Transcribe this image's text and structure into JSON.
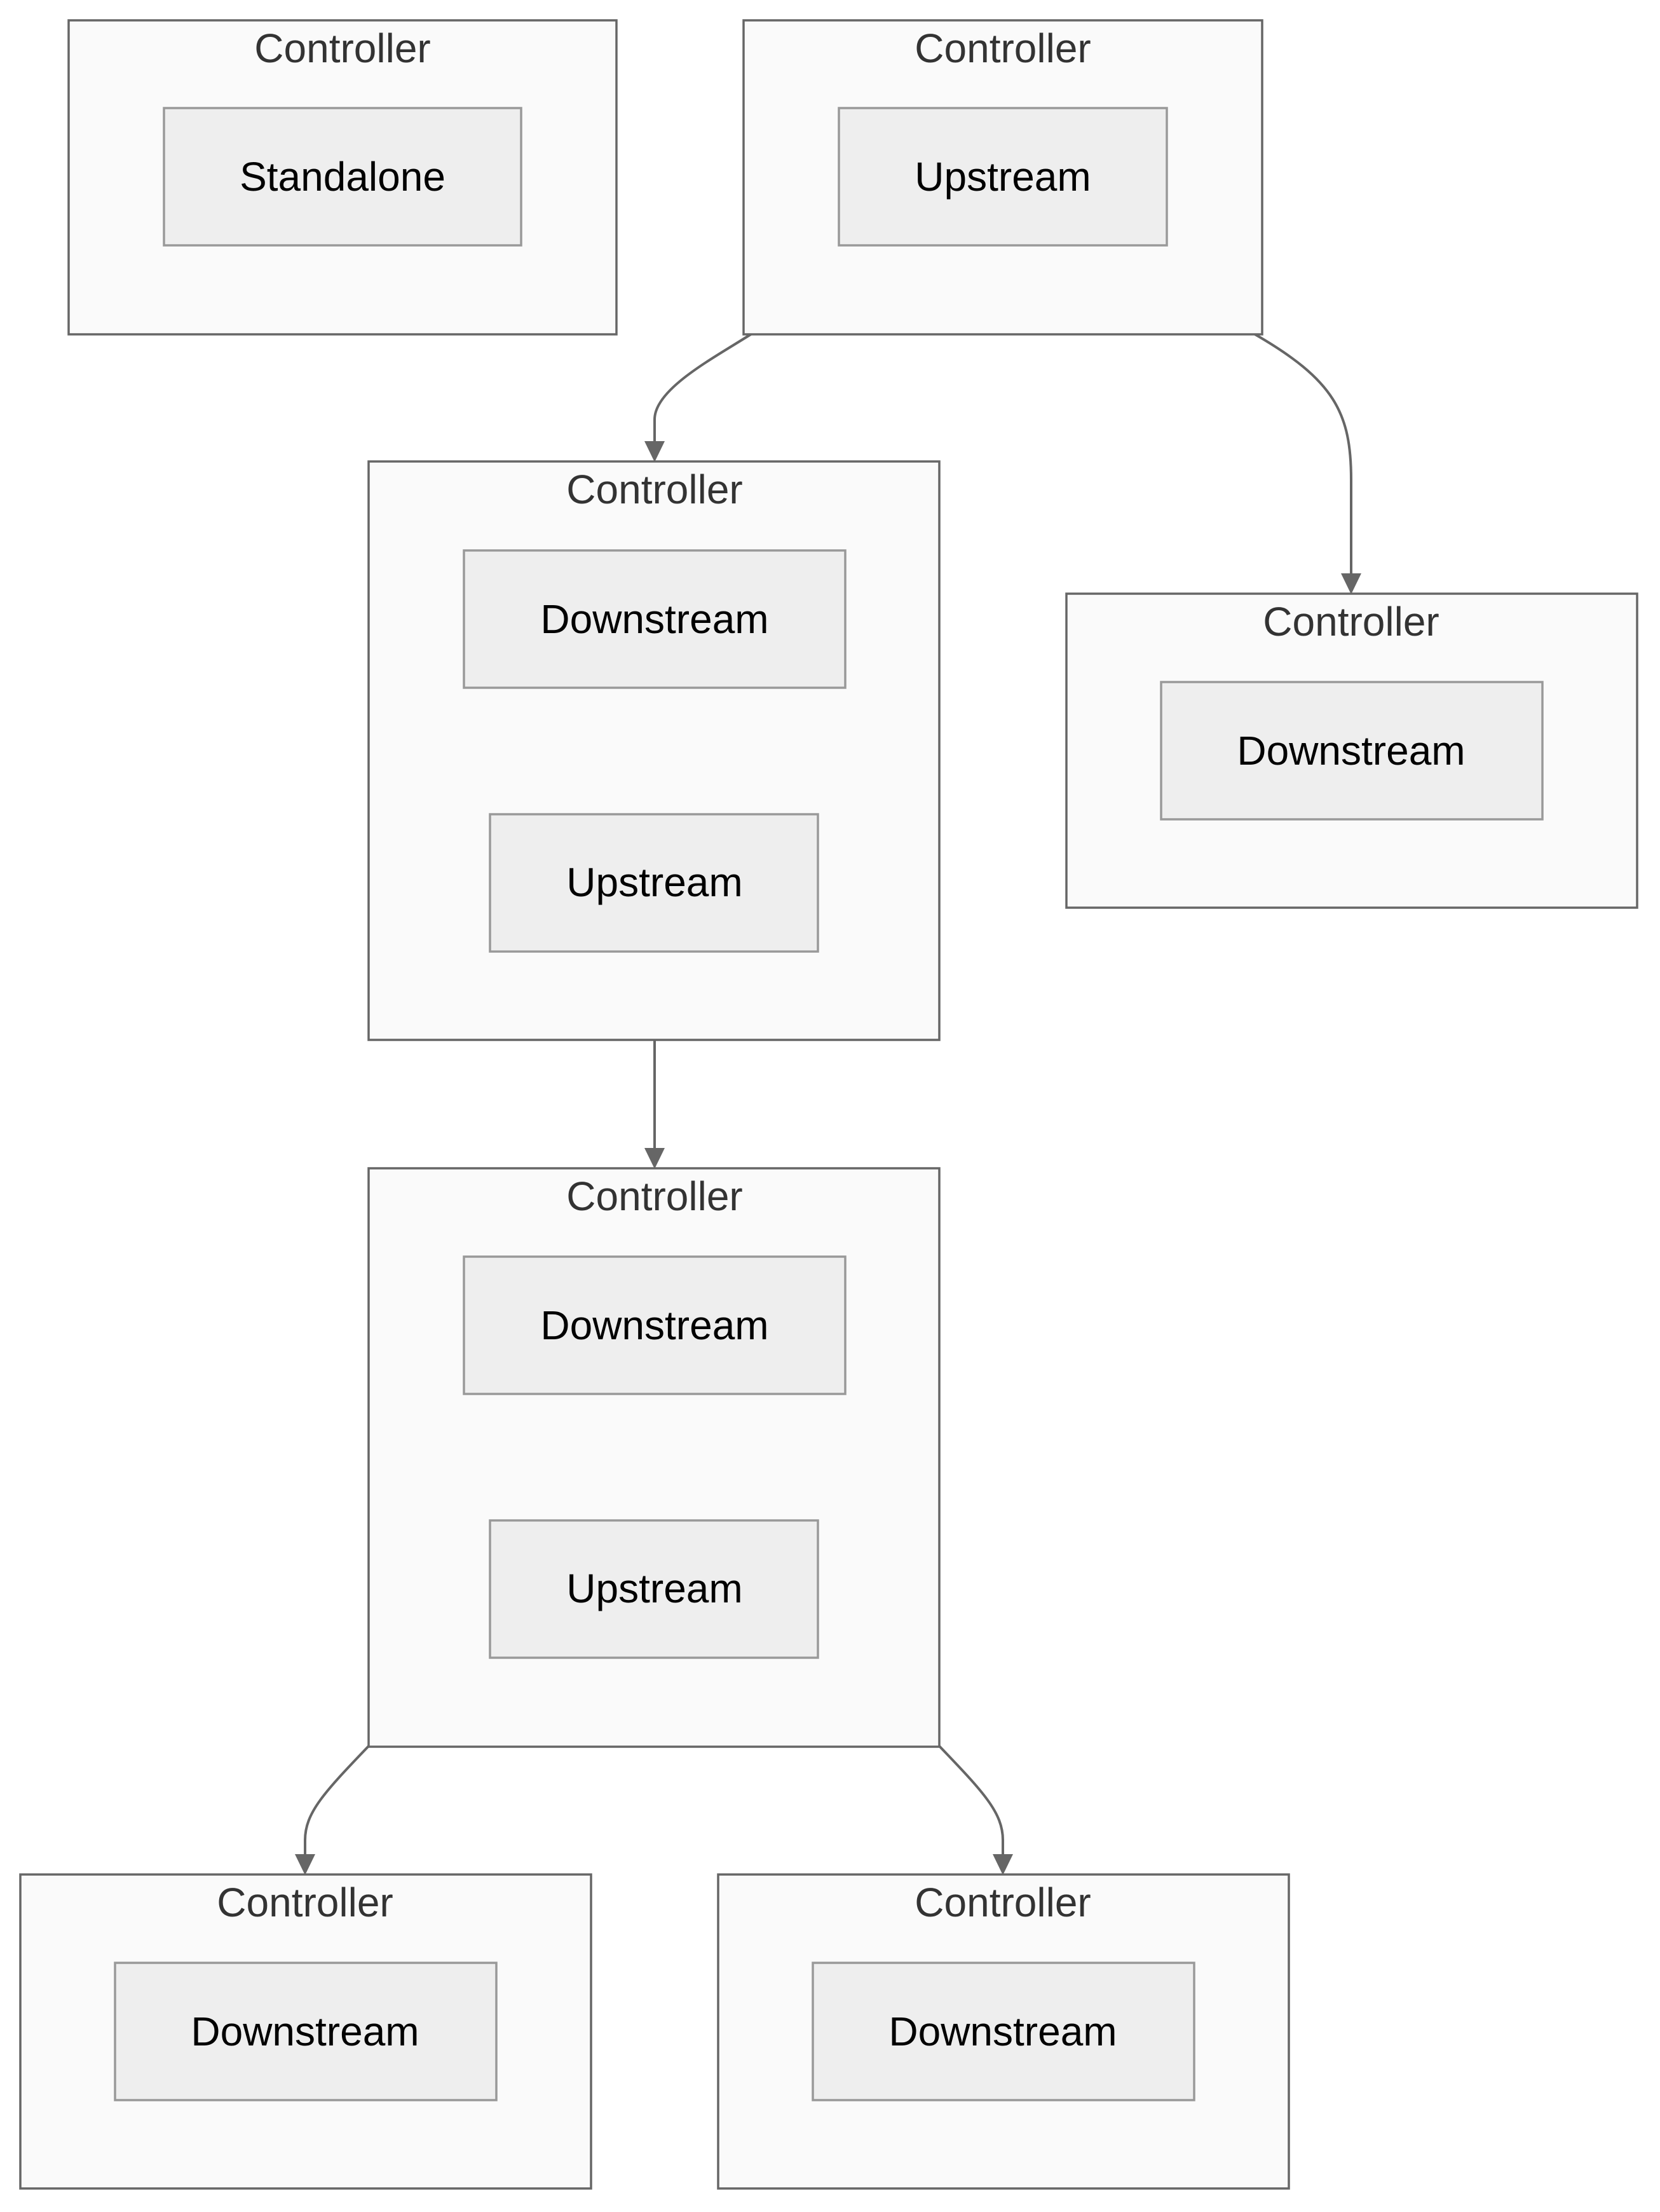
{
  "diagram": {
    "clusters": [
      {
        "id": "c1",
        "title": "Controller",
        "nodes": [
          {
            "id": "n1",
            "label": "Standalone"
          }
        ]
      },
      {
        "id": "c2",
        "title": "Controller",
        "nodes": [
          {
            "id": "n2",
            "label": "Upstream"
          }
        ]
      },
      {
        "id": "c3",
        "title": "Controller",
        "nodes": [
          {
            "id": "n3",
            "label": "Downstream"
          },
          {
            "id": "n4",
            "label": "Upstream"
          }
        ]
      },
      {
        "id": "c4",
        "title": "Controller",
        "nodes": [
          {
            "id": "n5",
            "label": "Downstream"
          }
        ]
      },
      {
        "id": "c5",
        "title": "Controller",
        "nodes": [
          {
            "id": "n6",
            "label": "Downstream"
          },
          {
            "id": "n7",
            "label": "Upstream"
          }
        ]
      },
      {
        "id": "c6",
        "title": "Controller",
        "nodes": [
          {
            "id": "n8",
            "label": "Downstream"
          }
        ]
      },
      {
        "id": "c7",
        "title": "Controller",
        "nodes": [
          {
            "id": "n9",
            "label": "Downstream"
          }
        ]
      }
    ],
    "edges": [
      {
        "from": "c2",
        "to": "c3"
      },
      {
        "from": "c2",
        "to": "c4"
      },
      {
        "from": "c3",
        "to": "c5"
      },
      {
        "from": "c5",
        "to": "c6"
      },
      {
        "from": "c5",
        "to": "c7"
      }
    ]
  }
}
